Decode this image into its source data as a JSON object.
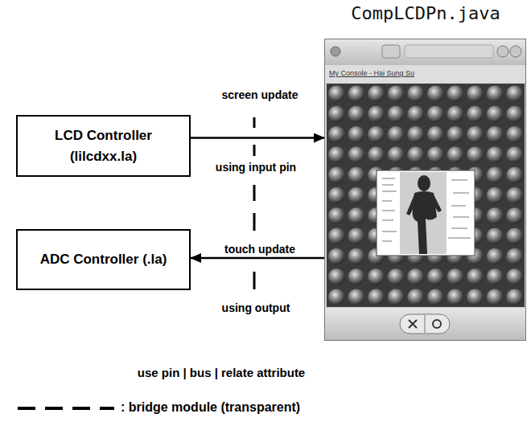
{
  "diagram": {
    "nodes": [
      {
        "text": [
          "CompLCDPn.java",
          "My Console - Hai Sung Su"
        ]
      },
      {
        "text": [
          "LCD Controller (lilcdxx.la)"
        ]
      },
      {
        "text": [
          "ADC Controller (.la)"
        ]
      }
    ],
    "edges": [
      {
        "from": 1,
        "to": 0,
        "arrow": "to",
        "label": "screen update"
      },
      {
        "from": 0,
        "to": 2,
        "arrow": "to",
        "label": "touch update"
      }
    ],
    "labels": [
      "using input pin",
      "using output",
      "use pin | bus | relate attribute"
    ],
    "legend": [
      {
        "text": ": bridge module (transparent)"
      }
    ]
  }
}
